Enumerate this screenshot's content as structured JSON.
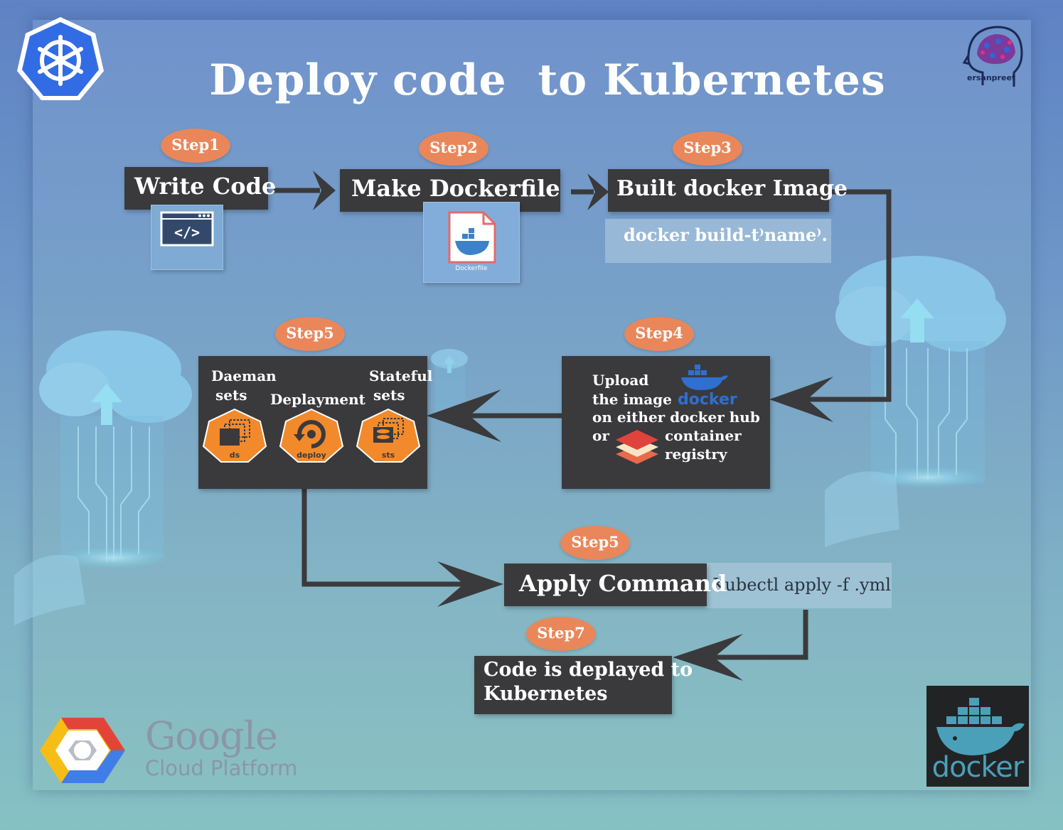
{
  "title": "Deploy code  to Kubernetes",
  "watermark": "ersanpreet",
  "steps": {
    "step1": {
      "badge": "Step1",
      "label": "Write Code",
      "icon": "code-window-icon"
    },
    "step2": {
      "badge": "Step2",
      "label": "Make Dockerfile",
      "icon": "dockerfile-icon",
      "icon_caption": "Dockerfile"
    },
    "step3": {
      "badge": "Step3",
      "label": "Built docker Image",
      "command": "docker build-t⁾name⁾."
    },
    "step4": {
      "badge": "Step4",
      "lines": [
        "Upload",
        "the image",
        "on either docker hub",
        "or"
      ],
      "registry_lines": [
        "container",
        "registry"
      ],
      "docker_word": "docker"
    },
    "step5_objects": {
      "badge": "Step5",
      "daemon_top": "Daeman",
      "daemon_bottom": "sets",
      "deployment": "Deplayment",
      "stateful_top": "Stateful",
      "stateful_bottom": "sets",
      "icon_labels": [
        "ds",
        "deploy",
        "sts"
      ]
    },
    "step5_apply": {
      "badge": "Step5",
      "label": "Apply Command",
      "command": "Kubectl apply -f .yml"
    },
    "step7": {
      "badge": "Step7",
      "line1": "Code is deplayed to",
      "line2": "Kubernetes"
    }
  },
  "logos": {
    "gcp_google": "Google",
    "gcp_cloud": "Cloud Platform",
    "docker_logo": "docker"
  },
  "colors": {
    "box": "#3a3a3c",
    "badge": "#e9875a",
    "arrow": "#3a3a3c",
    "k8s_blue": "#326ce5",
    "k8s_object": "#f28a2c"
  }
}
